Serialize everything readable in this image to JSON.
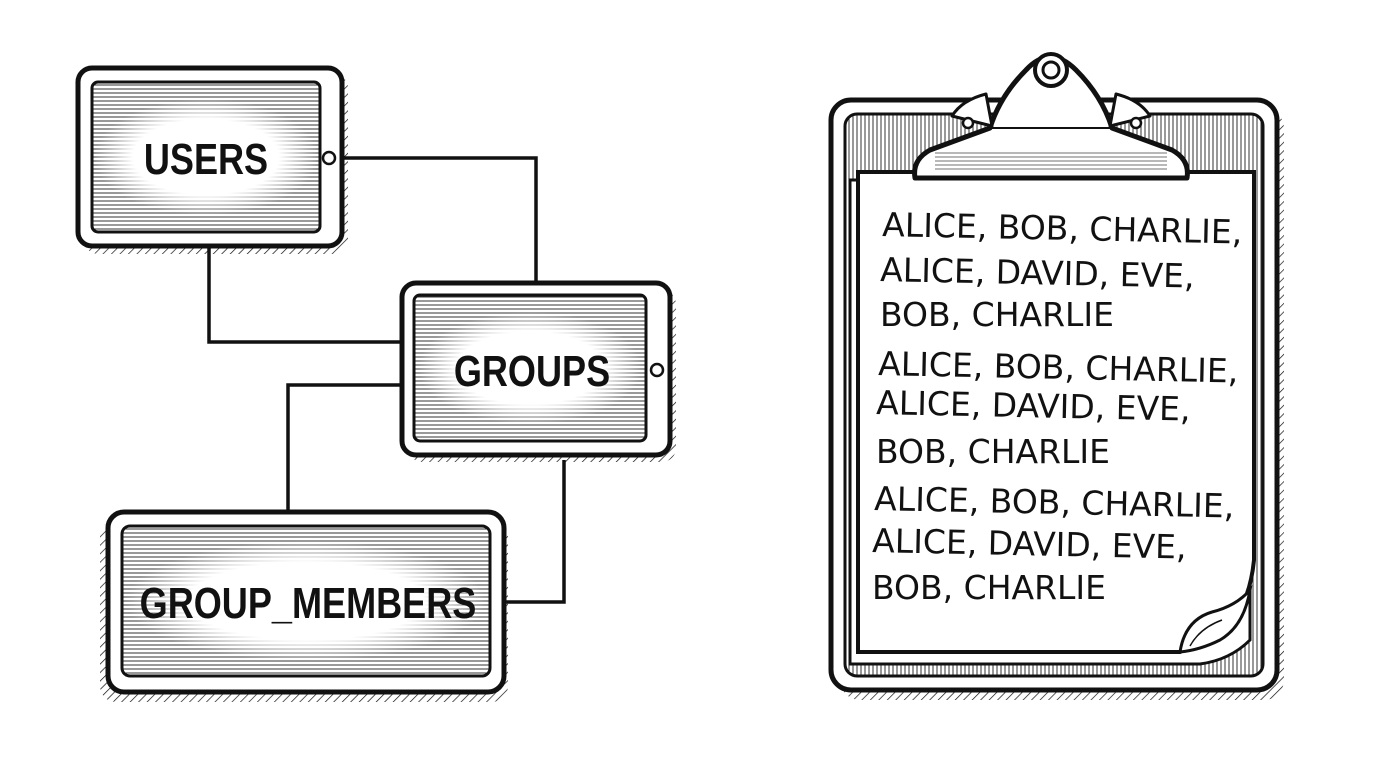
{
  "diagram": {
    "tables": [
      {
        "id": "users",
        "label": "USERS"
      },
      {
        "id": "groups",
        "label": "GROUPS"
      },
      {
        "id": "group_members",
        "label": "GROUP_MEMBERS"
      }
    ],
    "clipboard": {
      "lines": [
        "ALICE, BOB, CHARLIE,",
        "ALICE, DAVID, EVE,",
        "BOB, CHARLIE",
        "ALICE, BOB, CHARLIE,",
        "ALICE, DAVID, EVE,",
        "BOB, CHARLIE",
        "ALICE, BOB, CHARLIE,",
        "ALICE, DAVID, EVE,",
        "BOB, CHARLIE"
      ]
    },
    "colors": {
      "ink": "#111111",
      "paper": "#ffffff",
      "board": "#e6e6e6"
    }
  }
}
